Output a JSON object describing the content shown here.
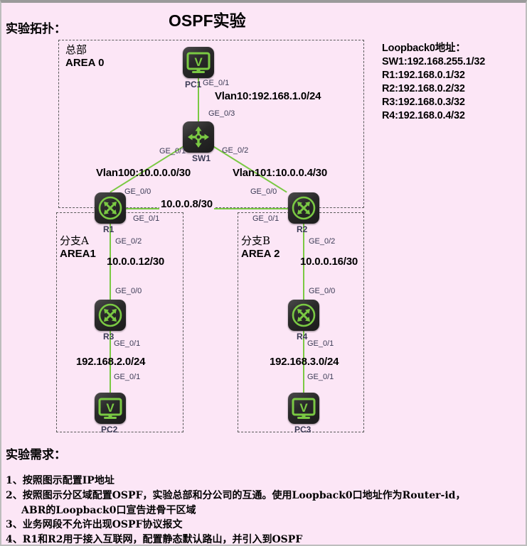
{
  "page": {
    "title": "OSPF实验",
    "topology_heading": "实验拓扑：",
    "requirements_heading": "实验需求：",
    "background_color": "#fce6f6",
    "link_color": "#7ac943",
    "icon_accent_color": "#7ac943",
    "area_border_color": "#5a5a5a"
  },
  "areas": [
    {
      "name": "area-0",
      "cn": "总部",
      "en": "AREA 0"
    },
    {
      "name": "area-1",
      "cn": "分支A",
      "en": "AREA1"
    },
    {
      "name": "area-2",
      "cn": "分支B",
      "en": "AREA 2"
    }
  ],
  "devices": {
    "pc1": {
      "label": "PC1",
      "type": "pc"
    },
    "sw1": {
      "label": "SW1",
      "type": "switch"
    },
    "r1": {
      "label": "R1",
      "type": "router"
    },
    "r2": {
      "label": "R2",
      "type": "router"
    },
    "r3": {
      "label": "R3",
      "type": "router"
    },
    "r4": {
      "label": "R4",
      "type": "router"
    },
    "pc2": {
      "label": "PC2",
      "type": "pc"
    },
    "pc3": {
      "label": "PC3",
      "type": "pc"
    }
  },
  "interfaces": {
    "pc1_ge01": "GE_0/1",
    "sw1_ge03": "GE_0/3",
    "sw1_ge01": "GE_0/1",
    "sw1_ge02": "GE_0/2",
    "r1_ge00": "GE_0/0",
    "r1_ge01": "GE_0/1",
    "r1_ge02": "GE_0/2",
    "r2_ge00": "GE_0/0",
    "r2_ge01": "GE_0/1",
    "r2_ge02": "GE_0/2",
    "r3_ge00": "GE_0/0",
    "r3_ge01": "GE_0/1",
    "r4_ge00": "GE_0/0",
    "r4_ge01": "GE_0/1",
    "pc2_ge01": "GE_0/1",
    "pc3_ge01": "GE_0/1"
  },
  "segments": {
    "vlan10": "Vlan10:192.168.1.0/24",
    "vlan100": "Vlan100:10.0.0.0/30",
    "vlan101": "Vlan101:10.0.0.4/30",
    "r1_r2_link": "10.0.0.8/30",
    "r1_r3_link": "10.0.0.12/30",
    "r2_r4_link": "10.0.0.16/30",
    "pc2_net": "192.168.2.0/24",
    "pc3_net": "192.168.3.0/24"
  },
  "loopbacks": {
    "heading": "Loopback0地址：",
    "entries": [
      "SW1:192.168.255.1/32",
      "R1:192.168.0.1/32",
      "R2:192.168.0.2/32",
      "R3:192.168.0.3/32",
      "R4:192.168.0.4/32"
    ]
  },
  "requirements": [
    "1、按照图示配置IP地址",
    "2、按照图示分区域配置OSPF，实验总部和分公司的互通。使用Loopback0口地址作为Router-id，",
    "ABR的Loopback0口宣告进骨干区域",
    "3、业务网段不允许出现OSPF协议报文",
    "4、R1和R2用于接入互联网，配置静态默认路山，并引入到OSPF"
  ]
}
